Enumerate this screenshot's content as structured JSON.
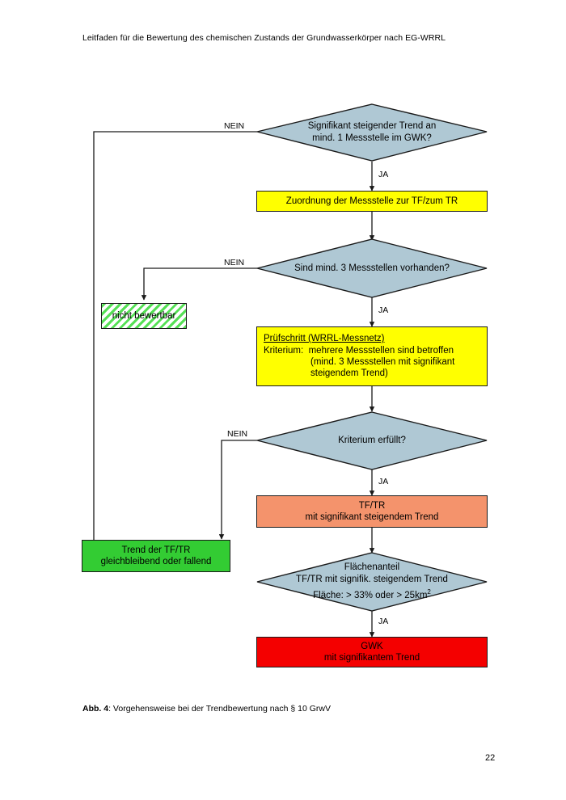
{
  "document": {
    "header": "Leitfaden für die Bewertung des chemischen Zustands der Grundwasserkörper nach EG-WRRL",
    "caption_label": "Abb. 4",
    "caption_text": ": Vorgehensweise bei der Trendbewertung nach § 10 GrwV",
    "page_number": "22"
  },
  "colors": {
    "diamond_fill": "#afc8d4",
    "diamond_stroke": "#1a1a1a",
    "yellow": "#ffff00",
    "salmon": "#f4936c",
    "green": "#33cc33",
    "red": "#f40000",
    "hatch_green": "#55e055",
    "line": "#1a1a1a"
  },
  "flowchart": {
    "title": "Vorgehensweise bei der Trendbewertung nach § 10 GrwV",
    "nodes": {
      "decision_trend": {
        "type": "decision",
        "line1": "Signifikant steigender Trend an",
        "line2": "mind. 1 Messstelle im GWK?"
      },
      "process_zuordnung": {
        "type": "process",
        "fill": "yellow",
        "text": "Zuordnung der Messstelle zur TF/zum TR"
      },
      "decision_messstellen": {
        "type": "decision",
        "text": "Sind mind. 3 Messstellen vorhanden?"
      },
      "terminator_nicht_bewertbar": {
        "type": "terminator",
        "fill": "hatched-green",
        "text": "nicht bewertbar"
      },
      "process_pruefschritt": {
        "type": "process",
        "fill": "yellow",
        "title": "Prüfschritt  (WRRL-Messnetz)",
        "line1": "Kriterium:  mehrere Messstellen sind betroffen",
        "line2": "(mind. 3 Messstellen mit signifikant",
        "line3": "steigendem Trend)"
      },
      "decision_kriterium": {
        "type": "decision",
        "text": "Kriterium erfüllt?"
      },
      "result_tf_tr": {
        "type": "result",
        "fill": "salmon",
        "line1": "TF/TR",
        "line2": "mit signifikant steigendem Trend"
      },
      "result_trend_fallend": {
        "type": "result",
        "fill": "green",
        "line1": "Trend der TF/TR",
        "line2": "gleichbleibend oder fallend"
      },
      "decision_flaechenanteil": {
        "type": "decision",
        "line1": "Flächenanteil",
        "line2": "TF/TR mit signifik. steigendem Trend",
        "line3_a": "Fläche: > 33% oder > 25km",
        "line3_sup": "2"
      },
      "result_gwk": {
        "type": "result",
        "fill": "red",
        "line1": "GWK",
        "line2": "mit signifikantem Trend"
      }
    },
    "edge_labels": {
      "nein_1": "NEIN",
      "ja_1": "JA",
      "nein_2": "NEIN",
      "ja_2": "JA",
      "nein_3": "NEIN",
      "ja_3": "JA",
      "ja_4": "JA"
    }
  }
}
